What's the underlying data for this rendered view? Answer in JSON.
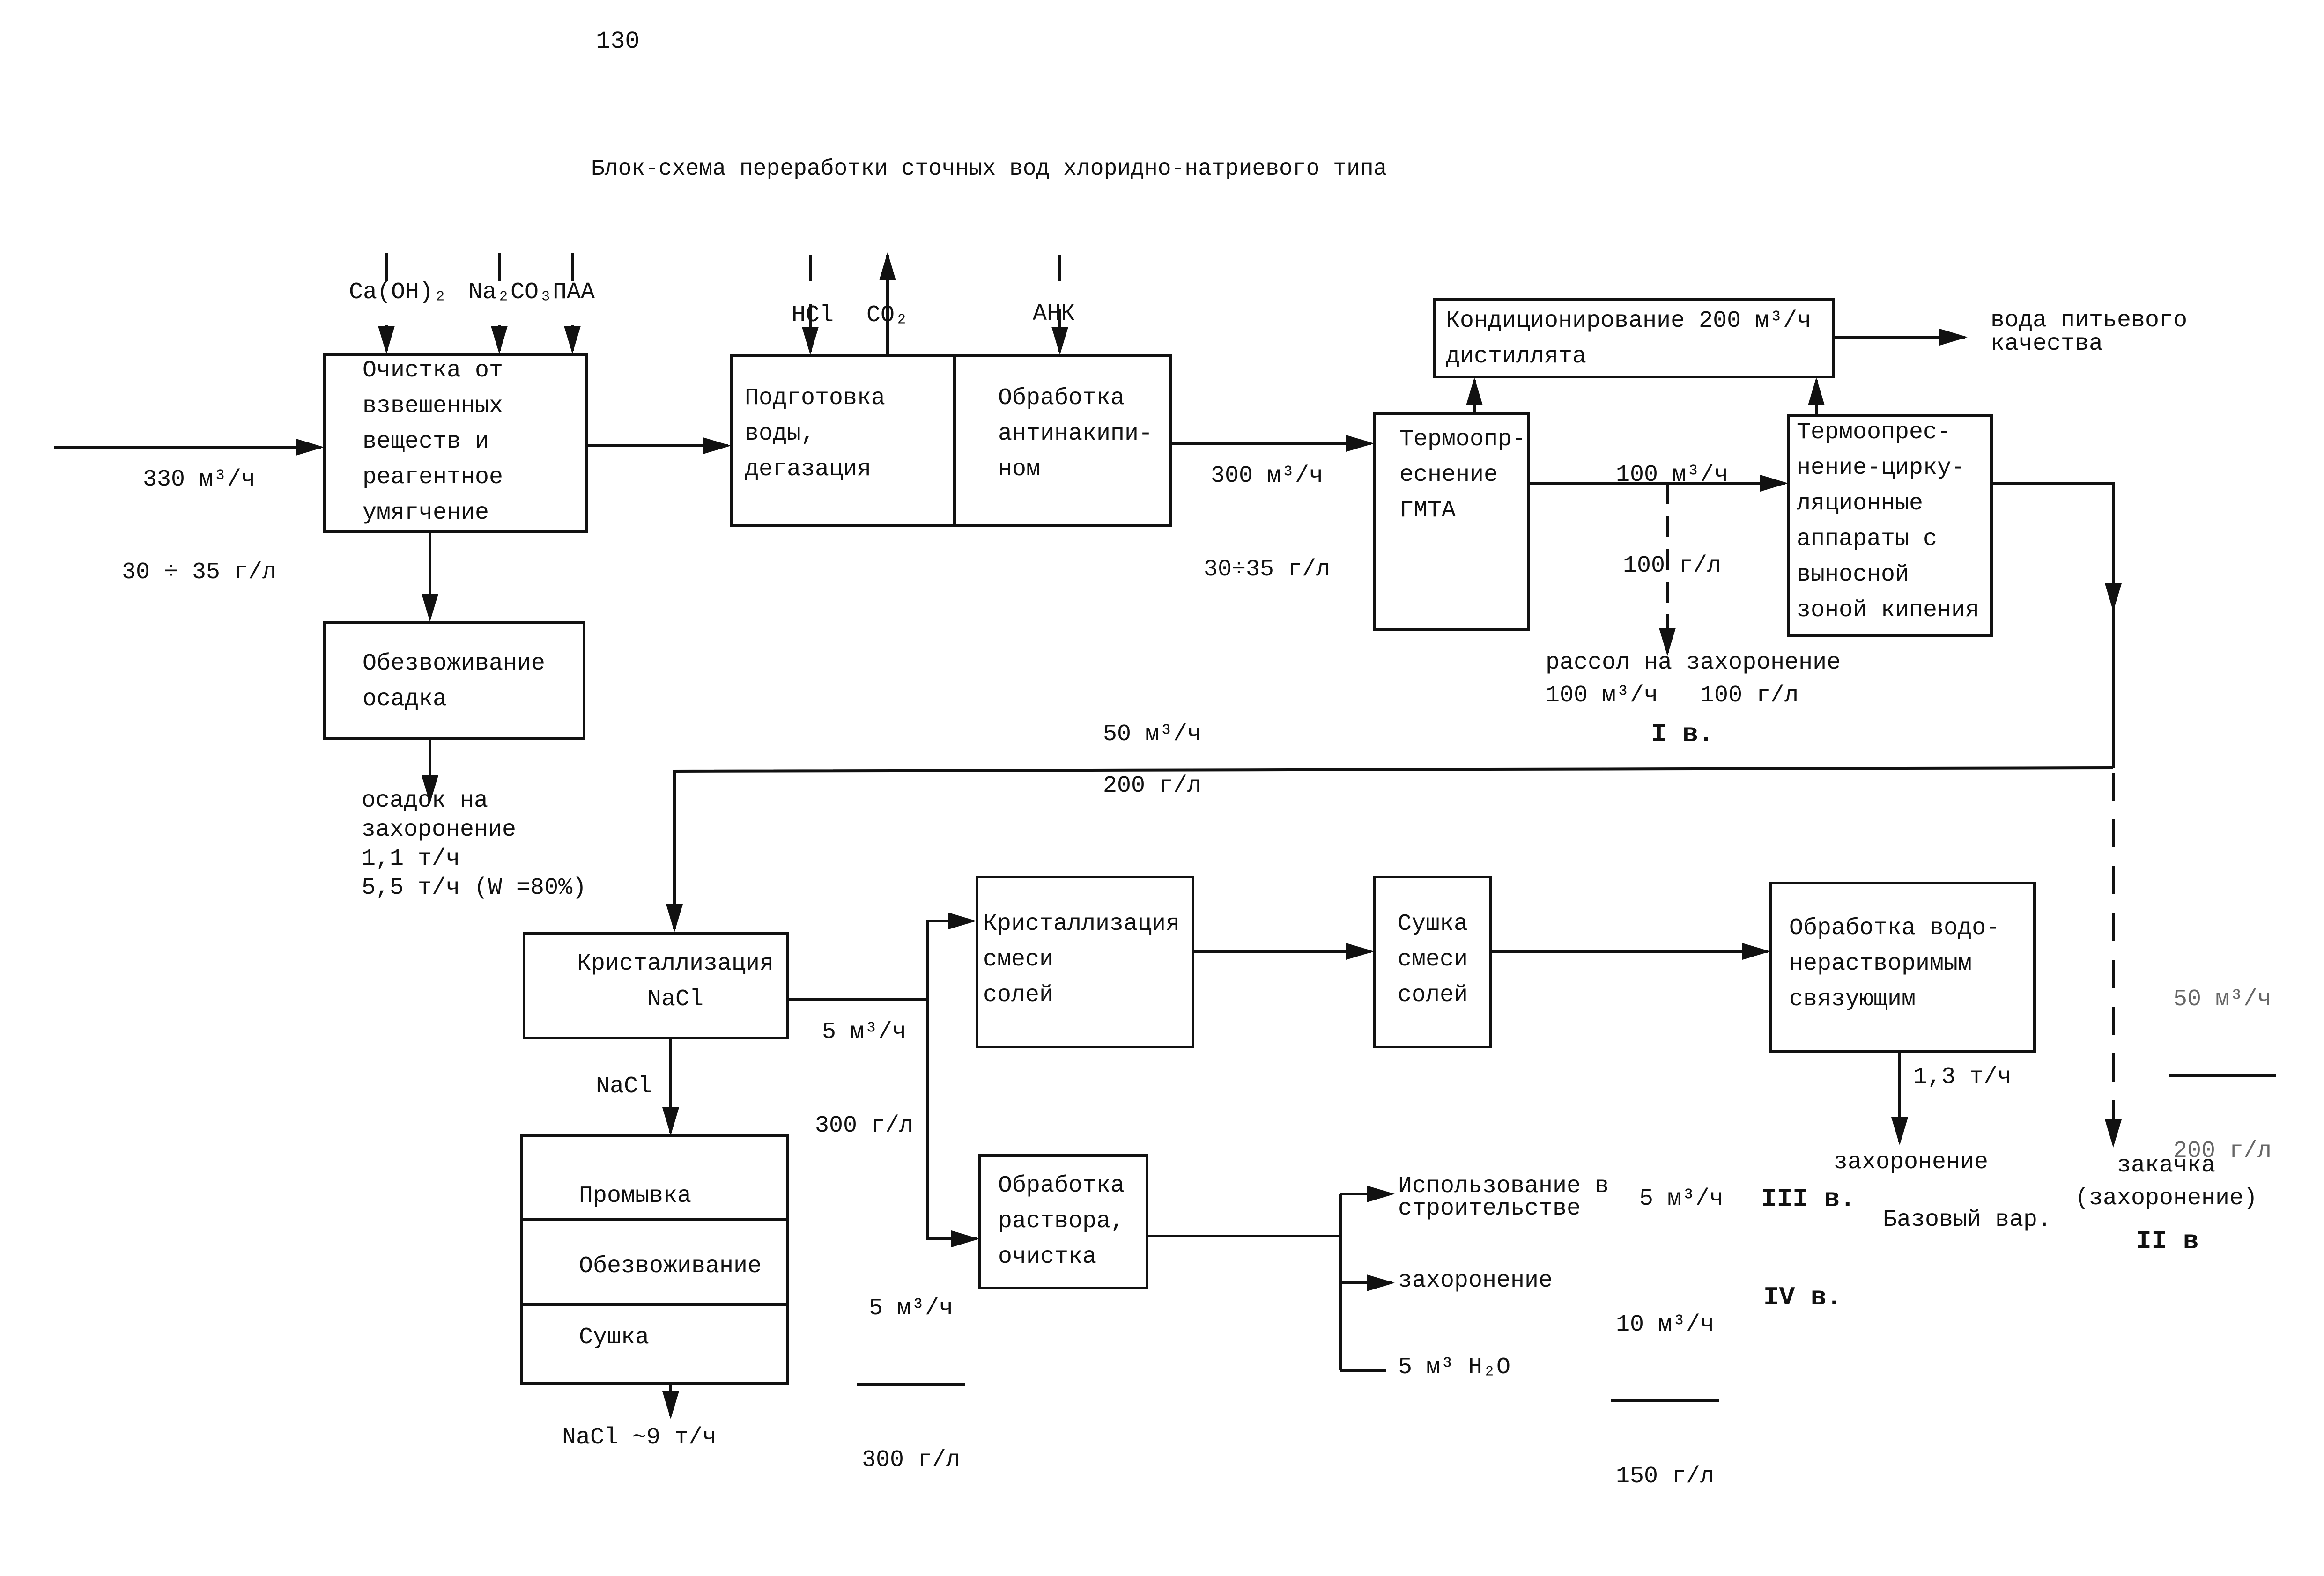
{
  "page": {
    "number": "130",
    "title": "Блок-схема переработки сточных вод хлоридно-натриевого типа"
  },
  "input_flow": {
    "rate": "330 м³/ч",
    "concentration": "30 ÷ 35 г/л"
  },
  "reagents_1": [
    "Ca(OH)₂",
    "Na₂CO₃",
    "ПАА"
  ],
  "reagents_2": [
    "HCl",
    "CO₂"
  ],
  "reagents_3": [
    "АНК"
  ],
  "blocks": {
    "purification": "Очистка от\nвзвешенных\nвеществ и\nреагентное\nумягчение",
    "dewatering_sludge": "Обезвоживание\nосадка",
    "water_prep": "Подготовка\nводы,\nдегазация",
    "antiscale": "Обработка\nантинакипи-\nном",
    "conditioning": "Кондиционирование 200 м³/ч\nдистиллята",
    "thermal_desal_gmta": "Термоопр-\nеснение\nГМТА",
    "thermal_desal_circ": "Термоопрес-\nнение-цирку-\nляционные\nаппараты с\nвыносной\nзоной кипения",
    "cryst_nacl": "Кристаллизация\nNaCl",
    "cryst_mixed": "Кристаллизация\nсмеси\nсолей",
    "drying_mixed": "Сушка\nсмеси\nсолей",
    "binder_treatment": "Обработка водо-\nнерастворимым\nсвязующим",
    "solution_treatment": "Обработка\nраствора,\nочистка",
    "stack": [
      "Промывка",
      "Обезвоживание",
      "Сушка"
    ]
  },
  "flows": {
    "after_antiscale": {
      "rate": "300 м³/ч",
      "concentration": "30÷35 г/л"
    },
    "between_desal": {
      "rate": "100 м³/ч",
      "concentration": "100 г/л"
    },
    "brine_disposal": {
      "label": "рассол на захоронение",
      "values": "100 м³/ч   100 г/л",
      "variant": "I в."
    },
    "drinking_water": "вода питьевого\nкачества",
    "recycle": {
      "rate": "50 м³/ч",
      "concentration": "200 г/л"
    },
    "sludge_disposal": "осадок на\nзахоронение\n1,1 т/ч\n5,5 т/ч (W =80%)",
    "nacl_label": "NaCl",
    "nacl_output": "NaCl ~9 т/ч",
    "cryst_out": {
      "rate": "5 м³/ч",
      "concentration": "300 г/л"
    },
    "solution_in": {
      "rate": "5 м³/ч",
      "concentration": "300 г/л"
    },
    "binder_out": "1,3 т/ч",
    "binder_disposal": "захоронение",
    "base_variant": "Базовый вар.",
    "injection_frac": {
      "rate": "50 м³/ч",
      "concentration": "200 г/л"
    },
    "injection": "закачка\n(захоронение)",
    "injection_variant": "II в",
    "use_construction": "Использование в\nстроительстве",
    "use_construction_rate": "5 м³/ч",
    "use_construction_variant": "III в.",
    "disposal2": "захоронение",
    "disposal2_frac": {
      "rate": "10 м³/ч",
      "concentration": "150 г/л"
    },
    "disposal2_variant": "IV в.",
    "water_out": "5 м³ H₂O"
  }
}
